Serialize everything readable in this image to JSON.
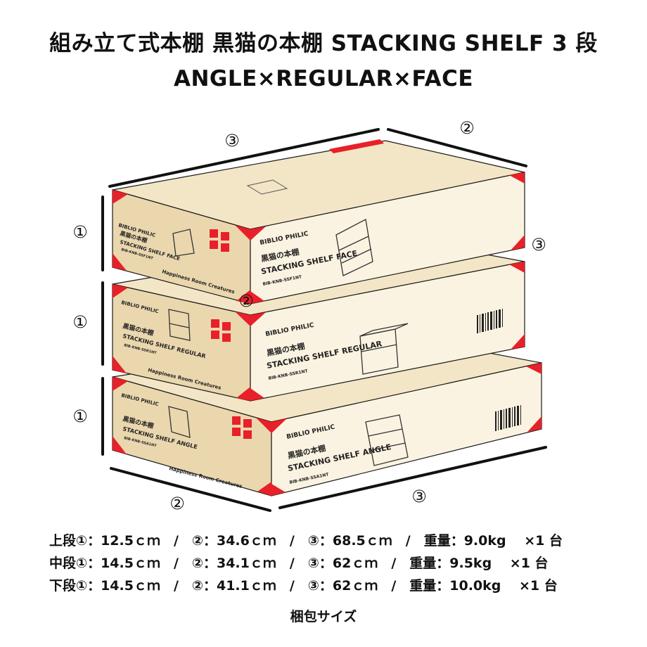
{
  "title_line1": "組み立て式本棚 黒猫の本棚 STACKING SHELF 3 段",
  "title_line2": "ANGLE×REGULAR×FACE",
  "dimension_markers": {
    "height": "①",
    "depth": "②",
    "width": "③"
  },
  "boxes": {
    "top": {
      "brand": "BIBLIO PHILIC",
      "name_jp": "黒猫の本棚",
      "name_en": "STACKING SHELF FACE",
      "code": "BIB-KNB-SSF1NT",
      "maker": "Happiness Room Creatures"
    },
    "middle": {
      "brand": "BIBLIO PHILIC",
      "name_jp": "黒猫の本棚",
      "name_en": "STACKING SHELF REGULAR",
      "code": "BIB-KNB-SSR1NT",
      "maker": "Happiness Room Creatures"
    },
    "bottom": {
      "brand": "BIBLIO PHILIC",
      "name_jp": "黒猫の本棚",
      "name_en": "STACKING SHELF ANGLE",
      "code": "BIB-KNB-SSA1NT",
      "maker": "Happiness Room Creatures"
    }
  },
  "specs": {
    "upper": "上段①：12.5ｃｍ　/　②：34.6ｃｍ　/　③：68.5ｃｍ　/　重量：9.0kg　 ×1 台",
    "middle": "中段①：14.5ｃｍ　/　②：34.1ｃｍ　/　③：62ｃｍ　/　重量：9.5kg　 ×1 台",
    "lower": "下段①：14.5ｃｍ　/　②：41.1ｃｍ　/　③：62ｃｍ　/　重量：10.0kg　 ×1 台"
  },
  "caption": "梱包サイズ",
  "colors": {
    "box_front": "#fbf3e1",
    "box_side": "#ead7ae",
    "box_top": "#f3e6c6",
    "corner_red": "#e8202a",
    "outline": "#1a1a1a"
  }
}
